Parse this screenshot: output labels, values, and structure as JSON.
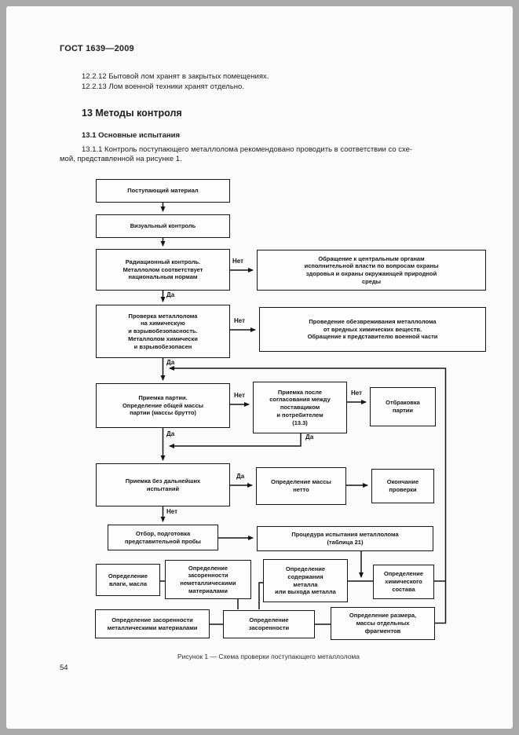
{
  "document": {
    "header": "ГОСТ 1639—2009",
    "para_12_2_12": "12.2.12  Бытовой лом хранят в закрытых помещениях.",
    "para_12_2_13": "12.2.13  Лом военной техники хранят отдельно.",
    "section_13_title": "13  Методы контроля",
    "section_13_1_title": "13.1  Основные испытания",
    "para_13_1_1_line1": "13.1.1  Контроль поступающего металлолома рекомендовано проводить в соответствии со схе-",
    "para_13_1_1_line2": "мой, представленной на рисунке 1.",
    "figure_caption": "Рисунок 1 — Схема проверки поступающего металлолома",
    "page_number": "54"
  },
  "flowchart": {
    "yes": "Да",
    "no": "Нет",
    "boxes": {
      "incoming_material": "Поступающий материал",
      "visual_control": "Визуальный контроль",
      "radiation_control": "Радиационный контроль.\nМеталлолом соответствует\nнациональным нормам",
      "authorities_appeal": "Обращение к центральным органам\nисполнительной власти по вопросам охраны\nздоровья и охраны окружающей природной\nсреды",
      "chemical_check": "Проверка металлолома\nна химическую\nи взрывобезопасность.\nМеталлолом химически\nи взрывобезопасен",
      "neutralization": "Проведение обезвреживания металлолома\nот вредных химических веществ.\nОбращение к представителю военной части",
      "batch_acceptance": "Приемка партии.\nОпределение общей массы\nпартии (массы брутто)",
      "acceptance_after_agreement": "Приемка после\nсогласования между\nпоставщиком\nи потребителем\n(13.3)",
      "batch_rejection": "Отбраковка\nпартии",
      "acceptance_without_tests": "Приемка без дальнейших\nиспытаний",
      "net_mass": "Определение массы\nнетто",
      "check_end": "Окончание\nпроверки",
      "sample_preparation": "Отбор, подготовка\nпредставительной пробы",
      "test_procedure": "Процедура испытания металлолома\n(таблица 21)",
      "moisture_oil": "Определение\nвлаги, масла",
      "nonmetallic_contamination": "Определение\nзасоренности\nнеметаллическими\nматериалами",
      "metal_content": "Определение\nсодержания\nметалла\nили выхода металла",
      "chemical_composition": "Определение\nхимического\nсостава",
      "metallic_contamination": "Определение засоренности\nметаллическими материалами",
      "contamination": "Определение\nзасоренности",
      "fragment_size": "Определение размера,\nмассы отдельных\nфрагментов"
    }
  }
}
